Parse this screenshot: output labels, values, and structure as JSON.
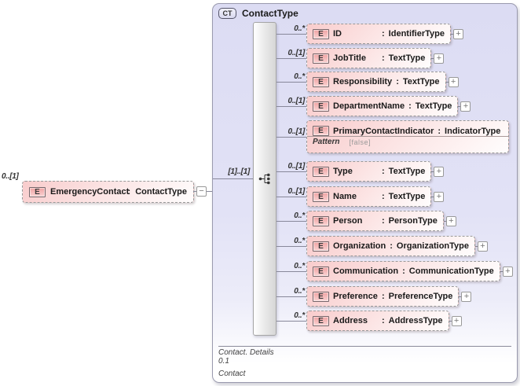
{
  "root_element": {
    "cardinality": "0..[1]",
    "icon": "E",
    "name": "EmergencyContact",
    "separator": ":",
    "type": "ContactType",
    "collapse_glyph": "−"
  },
  "complex_type": {
    "badge": "CT",
    "title": "ContactType",
    "compositor": {
      "cardinality": "[1]..[1]",
      "icon": "sequence-icon"
    },
    "element_icon": "E",
    "separator": ":",
    "expand_glyph": "+",
    "elements": [
      {
        "cardinality": "0..*",
        "name": "ID",
        "type": "IdentifierType",
        "expandable": true
      },
      {
        "cardinality": "0..[1]",
        "name": "JobTitle",
        "type": "TextType",
        "expandable": true
      },
      {
        "cardinality": "0..*",
        "name": "Responsibility",
        "type": "TextType",
        "expandable": true
      },
      {
        "cardinality": "0..[1]",
        "name": "DepartmentName",
        "type": "TextType",
        "expandable": true
      },
      {
        "cardinality": "0..[1]",
        "name": "PrimaryContactIndicator",
        "type": "IndicatorType",
        "expandable": false,
        "facets": [
          {
            "label": "Pattern",
            "value": "[false]"
          }
        ]
      },
      {
        "cardinality": "0..[1]",
        "name": "Type",
        "type": "TextType",
        "expandable": true
      },
      {
        "cardinality": "0..[1]",
        "name": "Name",
        "type": "TextType",
        "expandable": true
      },
      {
        "cardinality": "0..*",
        "name": "Person",
        "type": "PersonType",
        "expandable": true
      },
      {
        "cardinality": "0..*",
        "name": "Organization",
        "type": "OrganizationType",
        "expandable": true
      },
      {
        "cardinality": "0..*",
        "name": "Communication",
        "type": "CommunicationType",
        "expandable": true
      },
      {
        "cardinality": "0..*",
        "name": "Preference",
        "type": "PreferenceType",
        "expandable": true
      },
      {
        "cardinality": "0..*",
        "name": "Address",
        "type": "AddressType",
        "expandable": true
      }
    ],
    "footer": {
      "line1": "Contact. Details",
      "line2": "0.1",
      "line3": "Contact"
    }
  }
}
